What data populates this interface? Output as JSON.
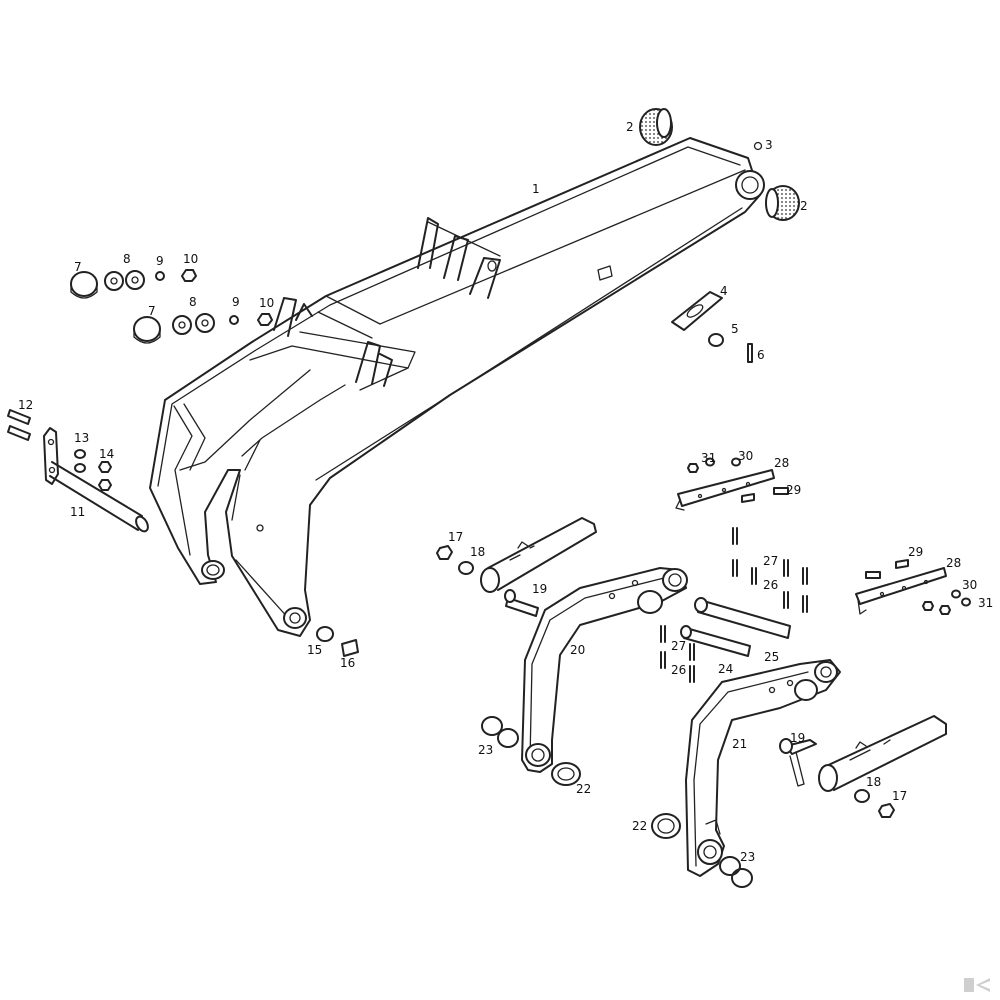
{
  "parts": [
    {
      "id": "p1",
      "number": "1"
    },
    {
      "id": "p2a",
      "number": "2"
    },
    {
      "id": "p2b",
      "number": "2"
    },
    {
      "id": "p3",
      "number": "3"
    },
    {
      "id": "p4",
      "number": "4"
    },
    {
      "id": "p5",
      "number": "5"
    },
    {
      "id": "p6",
      "number": "6"
    },
    {
      "id": "p7a",
      "number": "7"
    },
    {
      "id": "p7b",
      "number": "7"
    },
    {
      "id": "p8a",
      "number": "8"
    },
    {
      "id": "p8b",
      "number": "8"
    },
    {
      "id": "p9a",
      "number": "9"
    },
    {
      "id": "p9b",
      "number": "9"
    },
    {
      "id": "p10a",
      "number": "10"
    },
    {
      "id": "p10b",
      "number": "10"
    },
    {
      "id": "p11",
      "number": "11"
    },
    {
      "id": "p12",
      "number": "12"
    },
    {
      "id": "p13",
      "number": "13"
    },
    {
      "id": "p14",
      "number": "14"
    },
    {
      "id": "p15",
      "number": "15"
    },
    {
      "id": "p16",
      "number": "16"
    },
    {
      "id": "p17a",
      "number": "17"
    },
    {
      "id": "p17b",
      "number": "17"
    },
    {
      "id": "p18a",
      "number": "18"
    },
    {
      "id": "p18b",
      "number": "18"
    },
    {
      "id": "p19a",
      "number": "19"
    },
    {
      "id": "p19b",
      "number": "19"
    },
    {
      "id": "p20",
      "number": "20"
    },
    {
      "id": "p21",
      "number": "21"
    },
    {
      "id": "p22a",
      "number": "22"
    },
    {
      "id": "p22b",
      "number": "22"
    },
    {
      "id": "p23a",
      "number": "23"
    },
    {
      "id": "p23b",
      "number": "23"
    },
    {
      "id": "p24",
      "number": "24"
    },
    {
      "id": "p25",
      "number": "25"
    },
    {
      "id": "p26a",
      "number": "26"
    },
    {
      "id": "p26b",
      "number": "26"
    },
    {
      "id": "p27a",
      "number": "27"
    },
    {
      "id": "p27b",
      "number": "27"
    },
    {
      "id": "p28a",
      "number": "28"
    },
    {
      "id": "p28b",
      "number": "28"
    },
    {
      "id": "p29a",
      "number": "29"
    },
    {
      "id": "p29b",
      "number": "29"
    },
    {
      "id": "p30a",
      "number": "30"
    },
    {
      "id": "p30b",
      "number": "30"
    },
    {
      "id": "p31a",
      "number": "31"
    },
    {
      "id": "p31b",
      "number": "31"
    }
  ],
  "brand_icon": "k-logo-icon",
  "colors": {
    "line": "#222222",
    "background": "#ffffff",
    "logo": "#cfcfcf"
  }
}
